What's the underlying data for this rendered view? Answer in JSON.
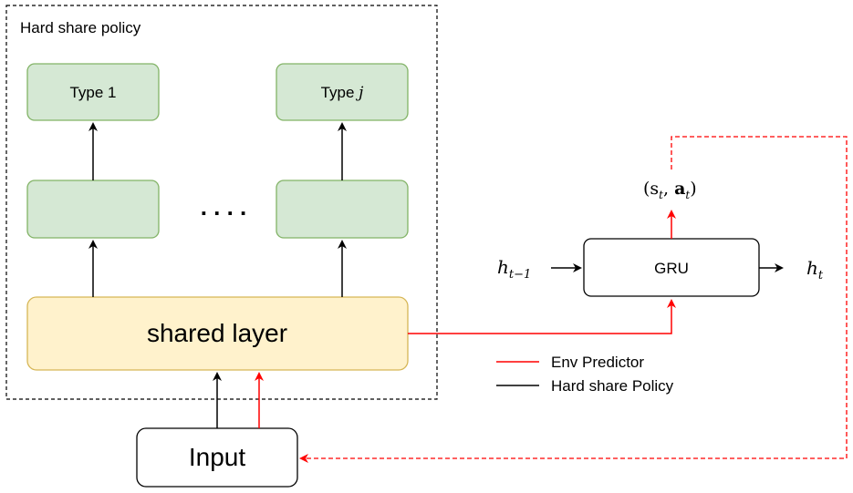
{
  "group_title": "Hard share policy",
  "heads": {
    "left_label": "Type 1",
    "right_label_prefix": "Type ",
    "right_label_var": "j",
    "ellipsis": ". . . ."
  },
  "shared_layer": {
    "label": "shared layer"
  },
  "input": {
    "label": "Input"
  },
  "gru": {
    "label": "GRU",
    "input_label": "h",
    "input_sub": "t−1",
    "output_label": "h",
    "output_sub": "t",
    "prediction_label": "(s",
    "prediction_sub1": "t",
    "prediction_mid": ", ",
    "prediction_bold": "a",
    "prediction_sub2": "t",
    "prediction_close": ")"
  },
  "legend": [
    {
      "label": "Env Predictor",
      "color": "#ff0000"
    },
    {
      "label": "Hard share Policy",
      "color": "#000000"
    }
  ],
  "colors": {
    "head_fill": "#d5e8d4",
    "head_stroke": "#82b366",
    "shared_fill": "#fff2cc",
    "shared_stroke": "#d6b656",
    "env_line": "#ff0000",
    "policy_line": "#000000"
  }
}
